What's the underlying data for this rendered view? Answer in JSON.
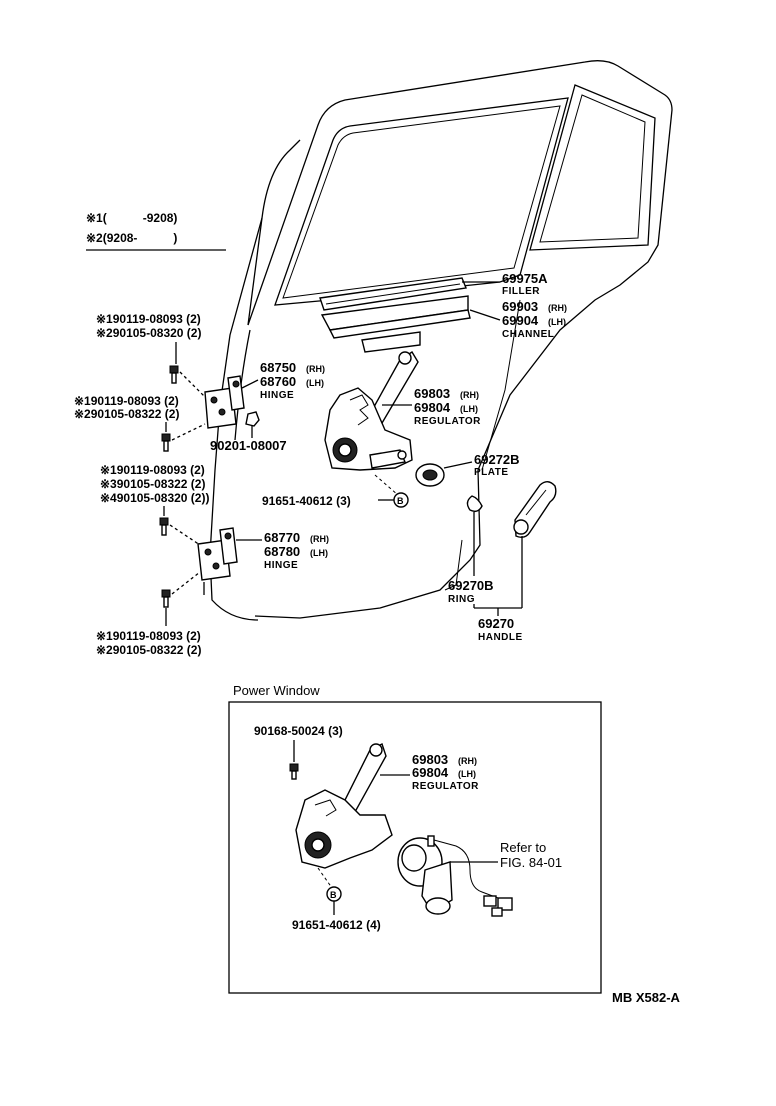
{
  "legend": {
    "line1": "※1(　　　-9208)",
    "line2": "※2(9208-　　　)"
  },
  "labels": {
    "filler_num": "69975A",
    "filler_name": "FILLER",
    "channel_rh": "69903",
    "channel_rh_side": "(RH)",
    "channel_lh": "69904",
    "channel_lh_side": "(LH)",
    "channel_name": "CHANNEL",
    "hinge_upper_rh": "68750",
    "hinge_upper_rh_side": "(RH)",
    "hinge_upper_lh": "68760",
    "hinge_upper_lh_side": "(LH)",
    "hinge_upper_name": "HINGE",
    "regulator_rh": "69803",
    "regulator_rh_side": "(RH)",
    "regulator_lh": "69804",
    "regulator_lh_side": "(LH)",
    "regulator_name": "REGULATOR",
    "nut": "90201-08007",
    "plate_num": "69272B",
    "plate_name": "PLATE",
    "screw": "91651-40612 (3)",
    "hinge_lower_rh": "68770",
    "hinge_lower_rh_side": "(RH)",
    "hinge_lower_lh": "68780",
    "hinge_lower_lh_side": "(LH)",
    "hinge_lower_name": "HINGE",
    "ring_num": "69270B",
    "ring_name": "RING",
    "handle_num": "69270",
    "handle_name": "HANDLE",
    "bolt_a1": "※190119-08093 (2)",
    "bolt_a2": "※290105-08320 (2)",
    "bolt_b1": "※190119-08093 (2)",
    "bolt_b2": "※290105-08322 (2)",
    "bolt_c1": "※190119-08093 (2)",
    "bolt_c2": "※390105-08322 (2)",
    "bolt_c3": "※490105-08320 (2))",
    "bolt_d1": "※190119-08093 (2)",
    "bolt_d2": "※290105-08322 (2)",
    "circle_b": "B"
  },
  "power_window": {
    "title": "Power Window",
    "screw_top": "90168-50024 (3)",
    "regulator_rh": "69803",
    "regulator_rh_side": "(RH)",
    "regulator_lh": "69804",
    "regulator_lh_side": "(LH)",
    "regulator_name": "REGULATOR",
    "refer_line1": "Refer to",
    "refer_line2": "FIG. 84-01",
    "screw_bottom": "91651-40612 (4)",
    "circle_b": "B"
  },
  "footer": {
    "code": "MB  X582-A"
  }
}
